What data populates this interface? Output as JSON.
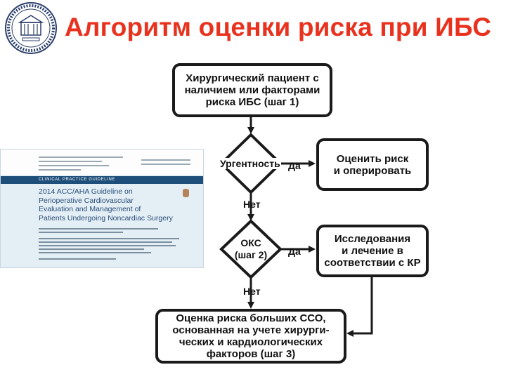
{
  "title": "Алгоритм оценки риска при ИБС",
  "logo": {
    "name": "university-seal-logo"
  },
  "guideline_cover": {
    "band_label": "CLINICAL PRACTICE GUIDELINE",
    "title": "2014 ACC/AHA Guideline on\nPerioperative Cardiovascular\nEvaluation and Management of\nPatients Undergoing Noncardiac Surgery"
  },
  "flowchart": {
    "start": "Хирургический пациент с\nналичием или факторами\nриска ИБС (шаг 1)",
    "decision_urgency": "Ургентность",
    "urgency_yes_label": "Да",
    "urgency_yes_action": "Оценить риск\nи оперировать",
    "urgency_no_label": "Нет",
    "decision_acs": "ОКС\n(шаг 2)",
    "acs_yes_label": "Да",
    "acs_yes_action": "Исследования\nи лечение в\nсоответствии с КР",
    "acs_no_label": "Нет",
    "final": "Оценка риска больших ССО,\nоснованная на учете хирурги-\nческих и кардиологических\nфакторов (шаг 3)"
  },
  "colors": {
    "title": "#e8321e",
    "stroke": "#1a1a1a",
    "cover_bg": "#e4eef5",
    "cover_band": "#1e4f7a"
  }
}
